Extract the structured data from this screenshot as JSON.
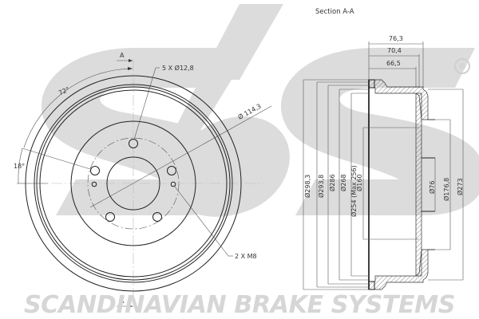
{
  "section_title": "Section A-A",
  "section_marker": "A",
  "brand": {
    "watermark_logo": "sbs",
    "registered_mark": "®",
    "company_name": "SCANDINAVIAN BRAKE SYSTEMS",
    "watermark_color": "#dcdcdc"
  },
  "front_view": {
    "angle_top": "72°",
    "angle_left": "18°",
    "bolt_holes_label": "5 X Ø12,8",
    "pcd_label": "Ø 114,3",
    "threaded_holes_label": "2 X M8"
  },
  "section_view": {
    "width_dims": [
      "76,3",
      "70,4",
      "66,5"
    ],
    "left_diameters": [
      "Ø298,3",
      "Ø293,8",
      "Ø286",
      "Ø268",
      "Ø254 (Max 256)",
      "Ø160"
    ],
    "right_diameters": [
      "Ø76",
      "Ø176,8",
      "Ø273"
    ]
  }
}
